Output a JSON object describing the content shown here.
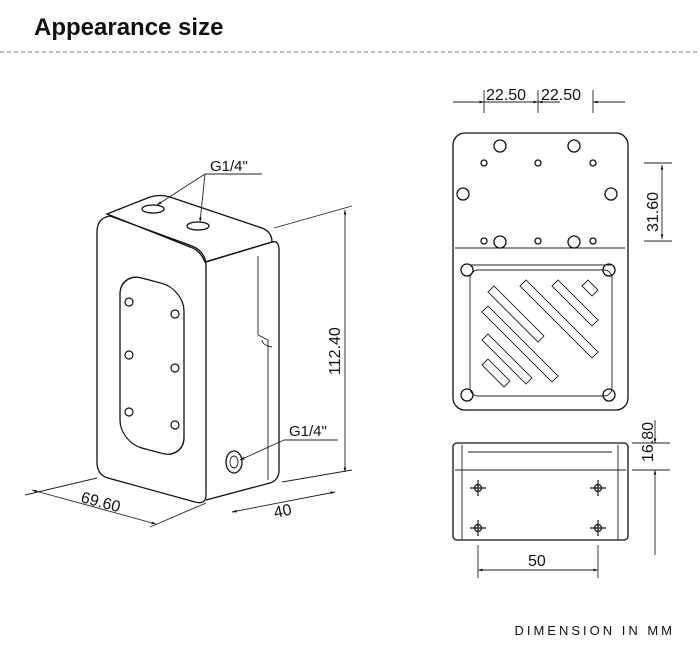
{
  "title": "Appearance size",
  "footer": "DIMENSION IN MM",
  "iso": {
    "port_top": "G1/4\"",
    "port_side": "G1/4\"",
    "height": "112.40",
    "length": "69.60",
    "depth": "40"
  },
  "top_view": {
    "left_spacing": "22.50",
    "right_spacing": "22.50",
    "vertical_spacing": "31.60"
  },
  "side_view": {
    "height": "16.80",
    "width": "50"
  }
}
